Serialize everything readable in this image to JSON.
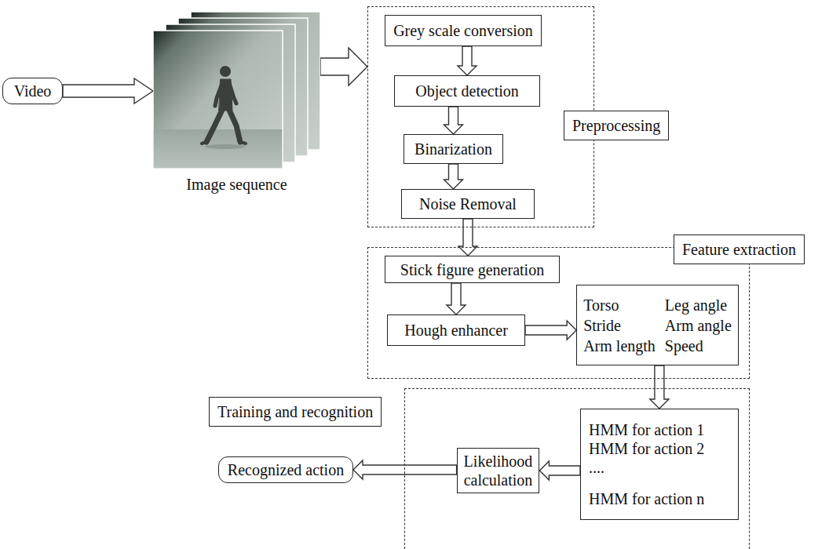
{
  "diagram": {
    "nodes": [
      {
        "text": [
          "Video"
        ]
      },
      {
        "text": [
          "Image sequence"
        ]
      },
      {
        "text": [
          "Preprocessing"
        ]
      },
      {
        "text": [
          "Grey scale conversion"
        ],
        "in": 2
      },
      {
        "text": [
          "Object detection"
        ],
        "in": 2
      },
      {
        "text": [
          "Binarization"
        ],
        "in": 2
      },
      {
        "text": [
          "Noise Removal"
        ],
        "in": 2
      },
      {
        "text": [
          "Feature extraction"
        ]
      },
      {
        "text": [
          "Stick figure generation"
        ],
        "in": 7
      },
      {
        "text": [
          "Hough enhancer"
        ],
        "in": 7
      },
      {
        "text": [
          "Torso",
          "Leg angle",
          "Stride",
          "Arm angle",
          "Arm length",
          "Speed"
        ],
        "in": 7
      },
      {
        "text": [
          "Training and recognition"
        ]
      },
      {
        "text": [
          "HMM for action 1",
          "HMM for action 2",
          "....",
          "HMM for action n"
        ],
        "in": 11
      },
      {
        "text": [
          "Likelihood calculation"
        ],
        "in": 11
      },
      {
        "text": [
          "Recognized action"
        ]
      }
    ],
    "edges": [
      {
        "from": 0,
        "to": 1,
        "arrow": "to"
      },
      {
        "from": 1,
        "to": 2,
        "arrow": "to"
      },
      {
        "from": 3,
        "to": 4,
        "arrow": "to"
      },
      {
        "from": 4,
        "to": 5,
        "arrow": "to"
      },
      {
        "from": 5,
        "to": 6,
        "arrow": "to"
      },
      {
        "from": 6,
        "to": 8,
        "arrow": "to"
      },
      {
        "from": 8,
        "to": 9,
        "arrow": "to"
      },
      {
        "from": 9,
        "to": 10,
        "arrow": "to"
      },
      {
        "from": 10,
        "to": 12,
        "arrow": "to"
      },
      {
        "from": 12,
        "to": 13,
        "arrow": "to"
      },
      {
        "from": 13,
        "to": 14,
        "arrow": "to"
      }
    ]
  }
}
